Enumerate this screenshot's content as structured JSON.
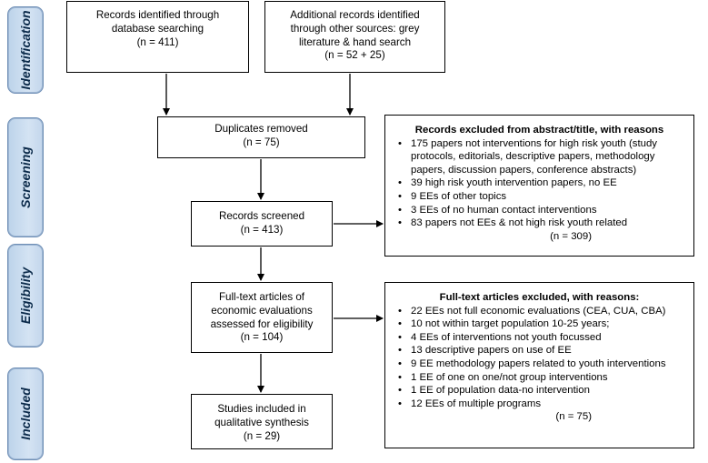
{
  "stages": {
    "identification": "Identification",
    "screening": "Screening",
    "eligibility": "Eligibility",
    "included": "Included"
  },
  "boxes": {
    "records_db": [
      "Records identified through",
      "database searching",
      "(n = 411)"
    ],
    "records_other": [
      "Additional records identified",
      "through other sources: grey",
      "literature & hand search",
      "(n = 52 + 25)"
    ],
    "duplicates": [
      "Duplicates removed",
      "(n = 75)"
    ],
    "screened": [
      "Records screened",
      "(n = 413)"
    ],
    "fulltext": [
      "Full-text articles of",
      "economic evaluations",
      "assessed for eligibility",
      "(n = 104)"
    ],
    "included": [
      "Studies included in",
      "qualitative synthesis",
      "(n = 29)"
    ]
  },
  "excluded_abstract": {
    "title": "Records excluded from abstract/title, with reasons",
    "items": [
      "175 papers not interventions for high risk youth (study protocols, editorials, descriptive papers, methodology papers, discussion papers, conference abstracts)",
      "39 high risk youth intervention papers, no EE",
      "9 EEs of other topics",
      "3 EEs of no human contact interventions",
      "83 papers not EEs & not high risk youth related"
    ],
    "total": "(n = 309)"
  },
  "excluded_fulltext": {
    "title": "Full-text articles excluded, with reasons:",
    "items": [
      "22 EEs not full economic evaluations (CEA, CUA, CBA)",
      "10 not within target population 10-25 years;",
      "4 EEs of interventions not youth focussed",
      "13 descriptive papers on use of EE",
      "9 EE methodology papers related to youth interventions",
      "1 EE of one on one/not group interventions",
      "1 EE of population data-no intervention",
      "12 EEs of multiple programs"
    ],
    "total": "(n = 75)"
  }
}
